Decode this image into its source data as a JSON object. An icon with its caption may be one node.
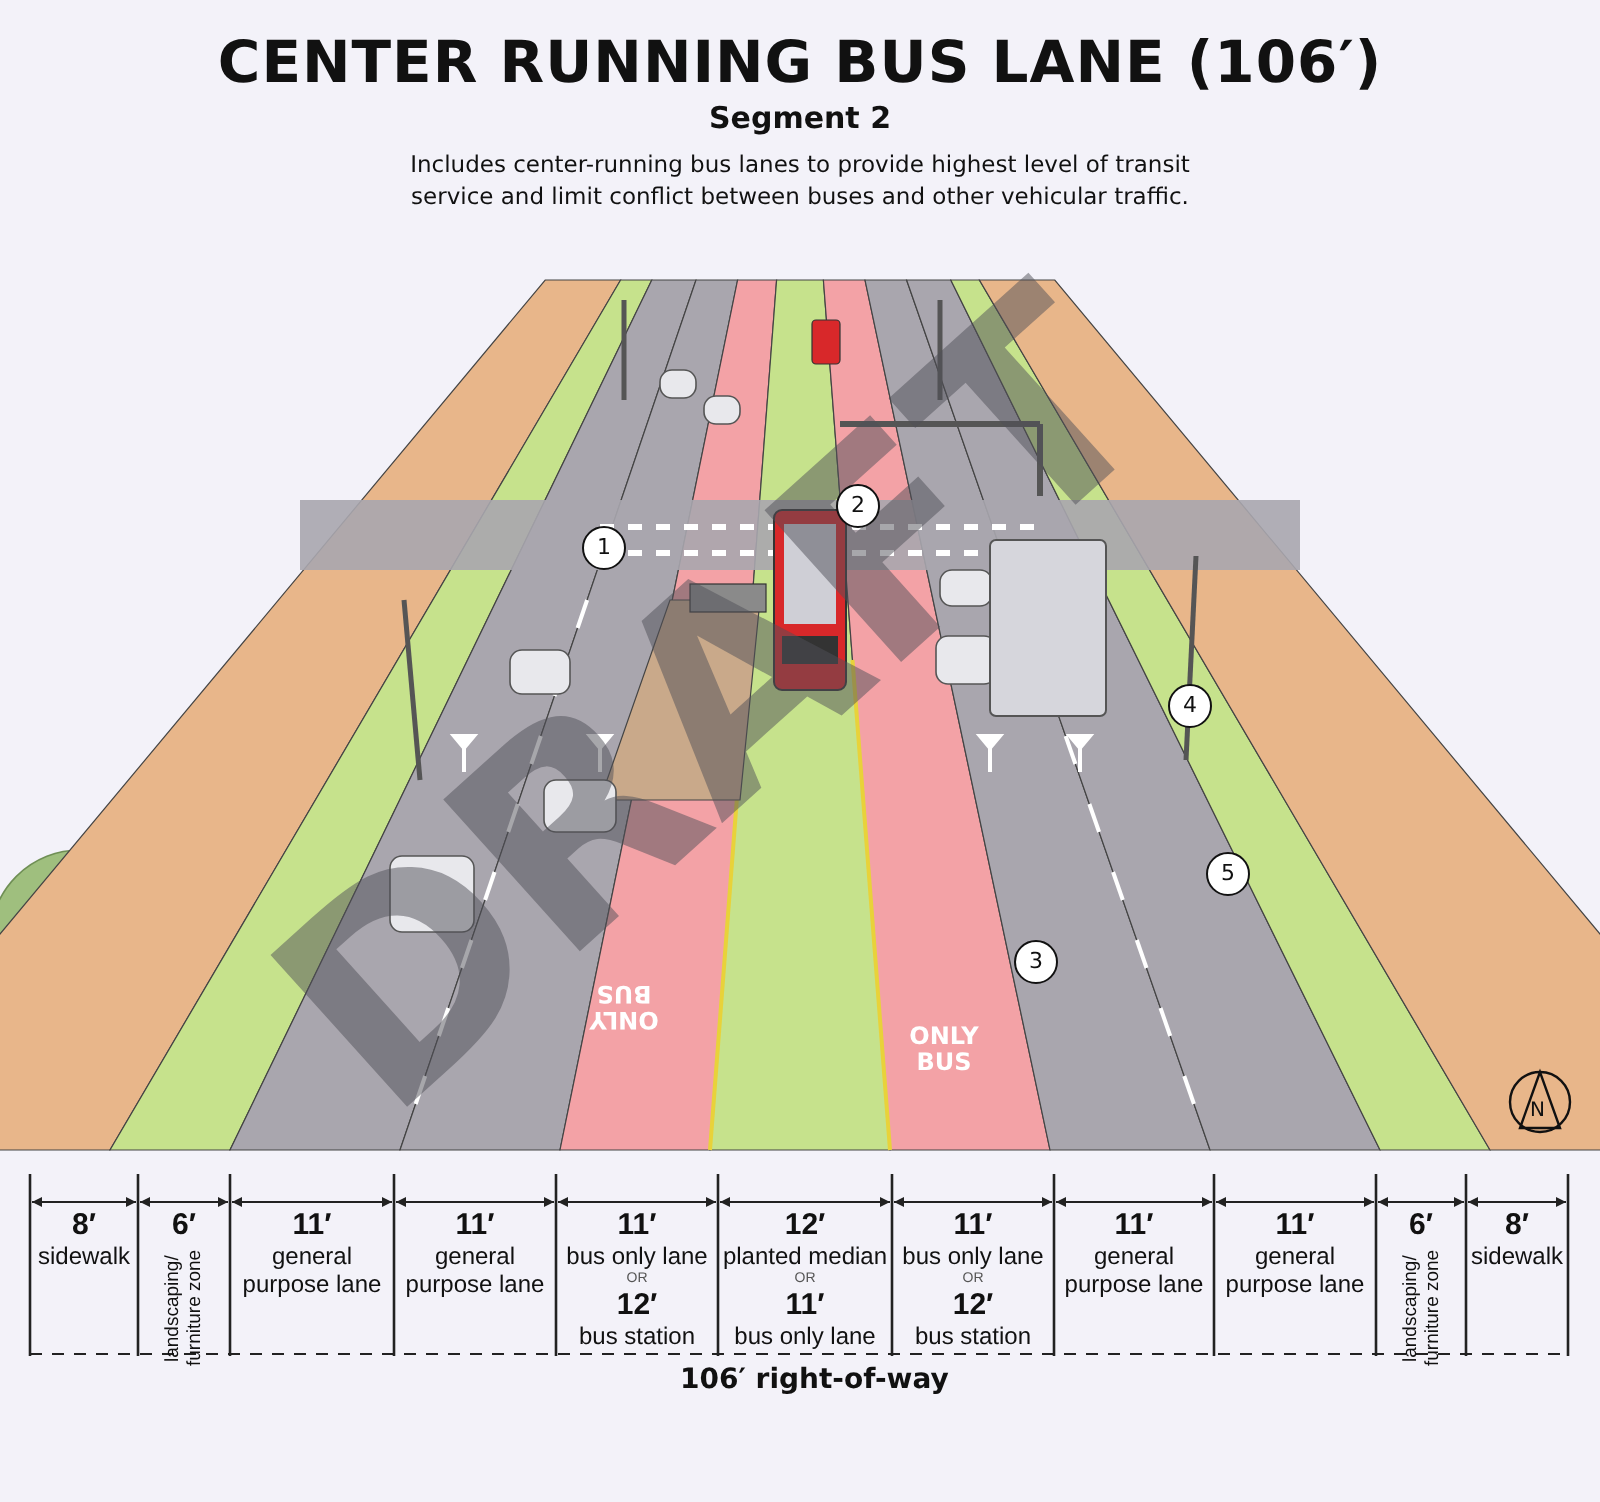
{
  "diagram": {
    "title": "CENTER RUNNING BUS LANE (106′)",
    "labels": [
      "Segment 2",
      "Includes center-running bus lanes to provide highest level of transit service and limit conflict between buses and other vehicular traffic.",
      "ONLY BUS",
      "ONLY BUS",
      "1",
      "2",
      "3",
      "4",
      "5",
      "DRAFT",
      "N",
      "8′",
      "sidewalk",
      "6′",
      "landscaping/ furniture zone",
      "11′",
      "general purpose lane",
      "11′",
      "general purpose lane",
      "11′",
      "bus only lane",
      "OR",
      "12′",
      "bus station",
      "12′",
      "planted median",
      "OR",
      "11′",
      "bus only lane",
      "11′",
      "bus only lane",
      "OR",
      "12′",
      "bus station",
      "11′",
      "general purpose lane",
      "11′",
      "general purpose lane",
      "6′",
      "landscaping/ furniture zone",
      "8′",
      "sidewalk",
      "106′ right-of-way"
    ]
  }
}
